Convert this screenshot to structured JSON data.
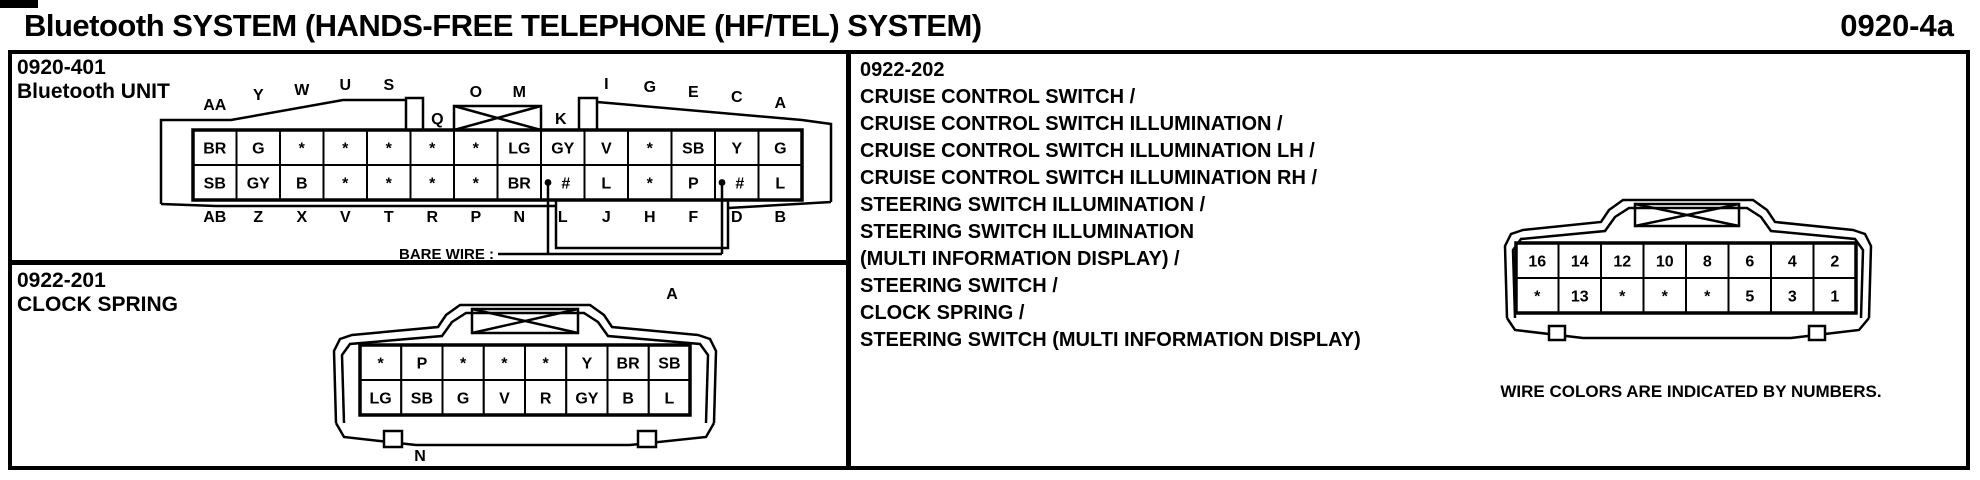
{
  "header": {
    "title": "Bluetooth SYSTEM (HANDS-FREE TELEPHONE (HF/TEL) SYSTEM)",
    "page_code": "0920-4a"
  },
  "panels": {
    "bluetooth_unit": {
      "code": "0920-401",
      "name": "Bluetooth UNIT",
      "top_pins": [
        "AA",
        "Y",
        "W",
        "U",
        "S",
        "Q",
        "O",
        "M",
        "K",
        "I",
        "G",
        "E",
        "C",
        "A"
      ],
      "bottom_pins": [
        "AB",
        "Z",
        "X",
        "V",
        "T",
        "R",
        "P",
        "N",
        "L",
        "J",
        "H",
        "F",
        "D",
        "B"
      ],
      "wire_row_top": [
        "BR",
        "G",
        "*",
        "*",
        "*",
        "*",
        "*",
        "LG",
        "GY",
        "V",
        "*",
        "SB",
        "Y",
        "G"
      ],
      "wire_row_bottom": [
        "SB",
        "GY",
        "B",
        "*",
        "*",
        "*",
        "*",
        "BR",
        "#",
        "L",
        "*",
        "P",
        "#",
        "L"
      ],
      "bare_wire_label": "BARE WIRE :"
    },
    "clock_spring": {
      "code": "0922-201",
      "name": "CLOCK SPRING",
      "top_pin_label": "A",
      "bottom_pin_label": "N",
      "wire_row_top": [
        "*",
        "P",
        "*",
        "*",
        "*",
        "Y",
        "BR",
        "SB"
      ],
      "wire_row_bottom": [
        "LG",
        "SB",
        "G",
        "V",
        "R",
        "GY",
        "B",
        "L"
      ]
    },
    "steering": {
      "code": "0922-202",
      "lines": [
        "CRUISE CONTROL SWITCH /",
        "CRUISE CONTROL SWITCH ILLUMINATION /",
        "CRUISE CONTROL SWITCH ILLUMINATION LH /",
        "CRUISE CONTROL SWITCH ILLUMINATION RH /",
        "STEERING SWITCH ILLUMINATION /",
        "STEERING SWITCH ILLUMINATION",
        "(MULTI INFORMATION DISPLAY) /",
        "STEERING SWITCH /",
        "CLOCK SPRING /",
        "STEERING SWITCH (MULTI INFORMATION DISPLAY)"
      ],
      "wire_row_top": [
        "16",
        "14",
        "12",
        "10",
        "8",
        "6",
        "4",
        "2"
      ],
      "wire_row_bottom": [
        "*",
        "13",
        "*",
        "*",
        "*",
        "5",
        "3",
        "1"
      ],
      "note": "WIRE COLORS ARE INDICATED BY NUMBERS."
    }
  }
}
